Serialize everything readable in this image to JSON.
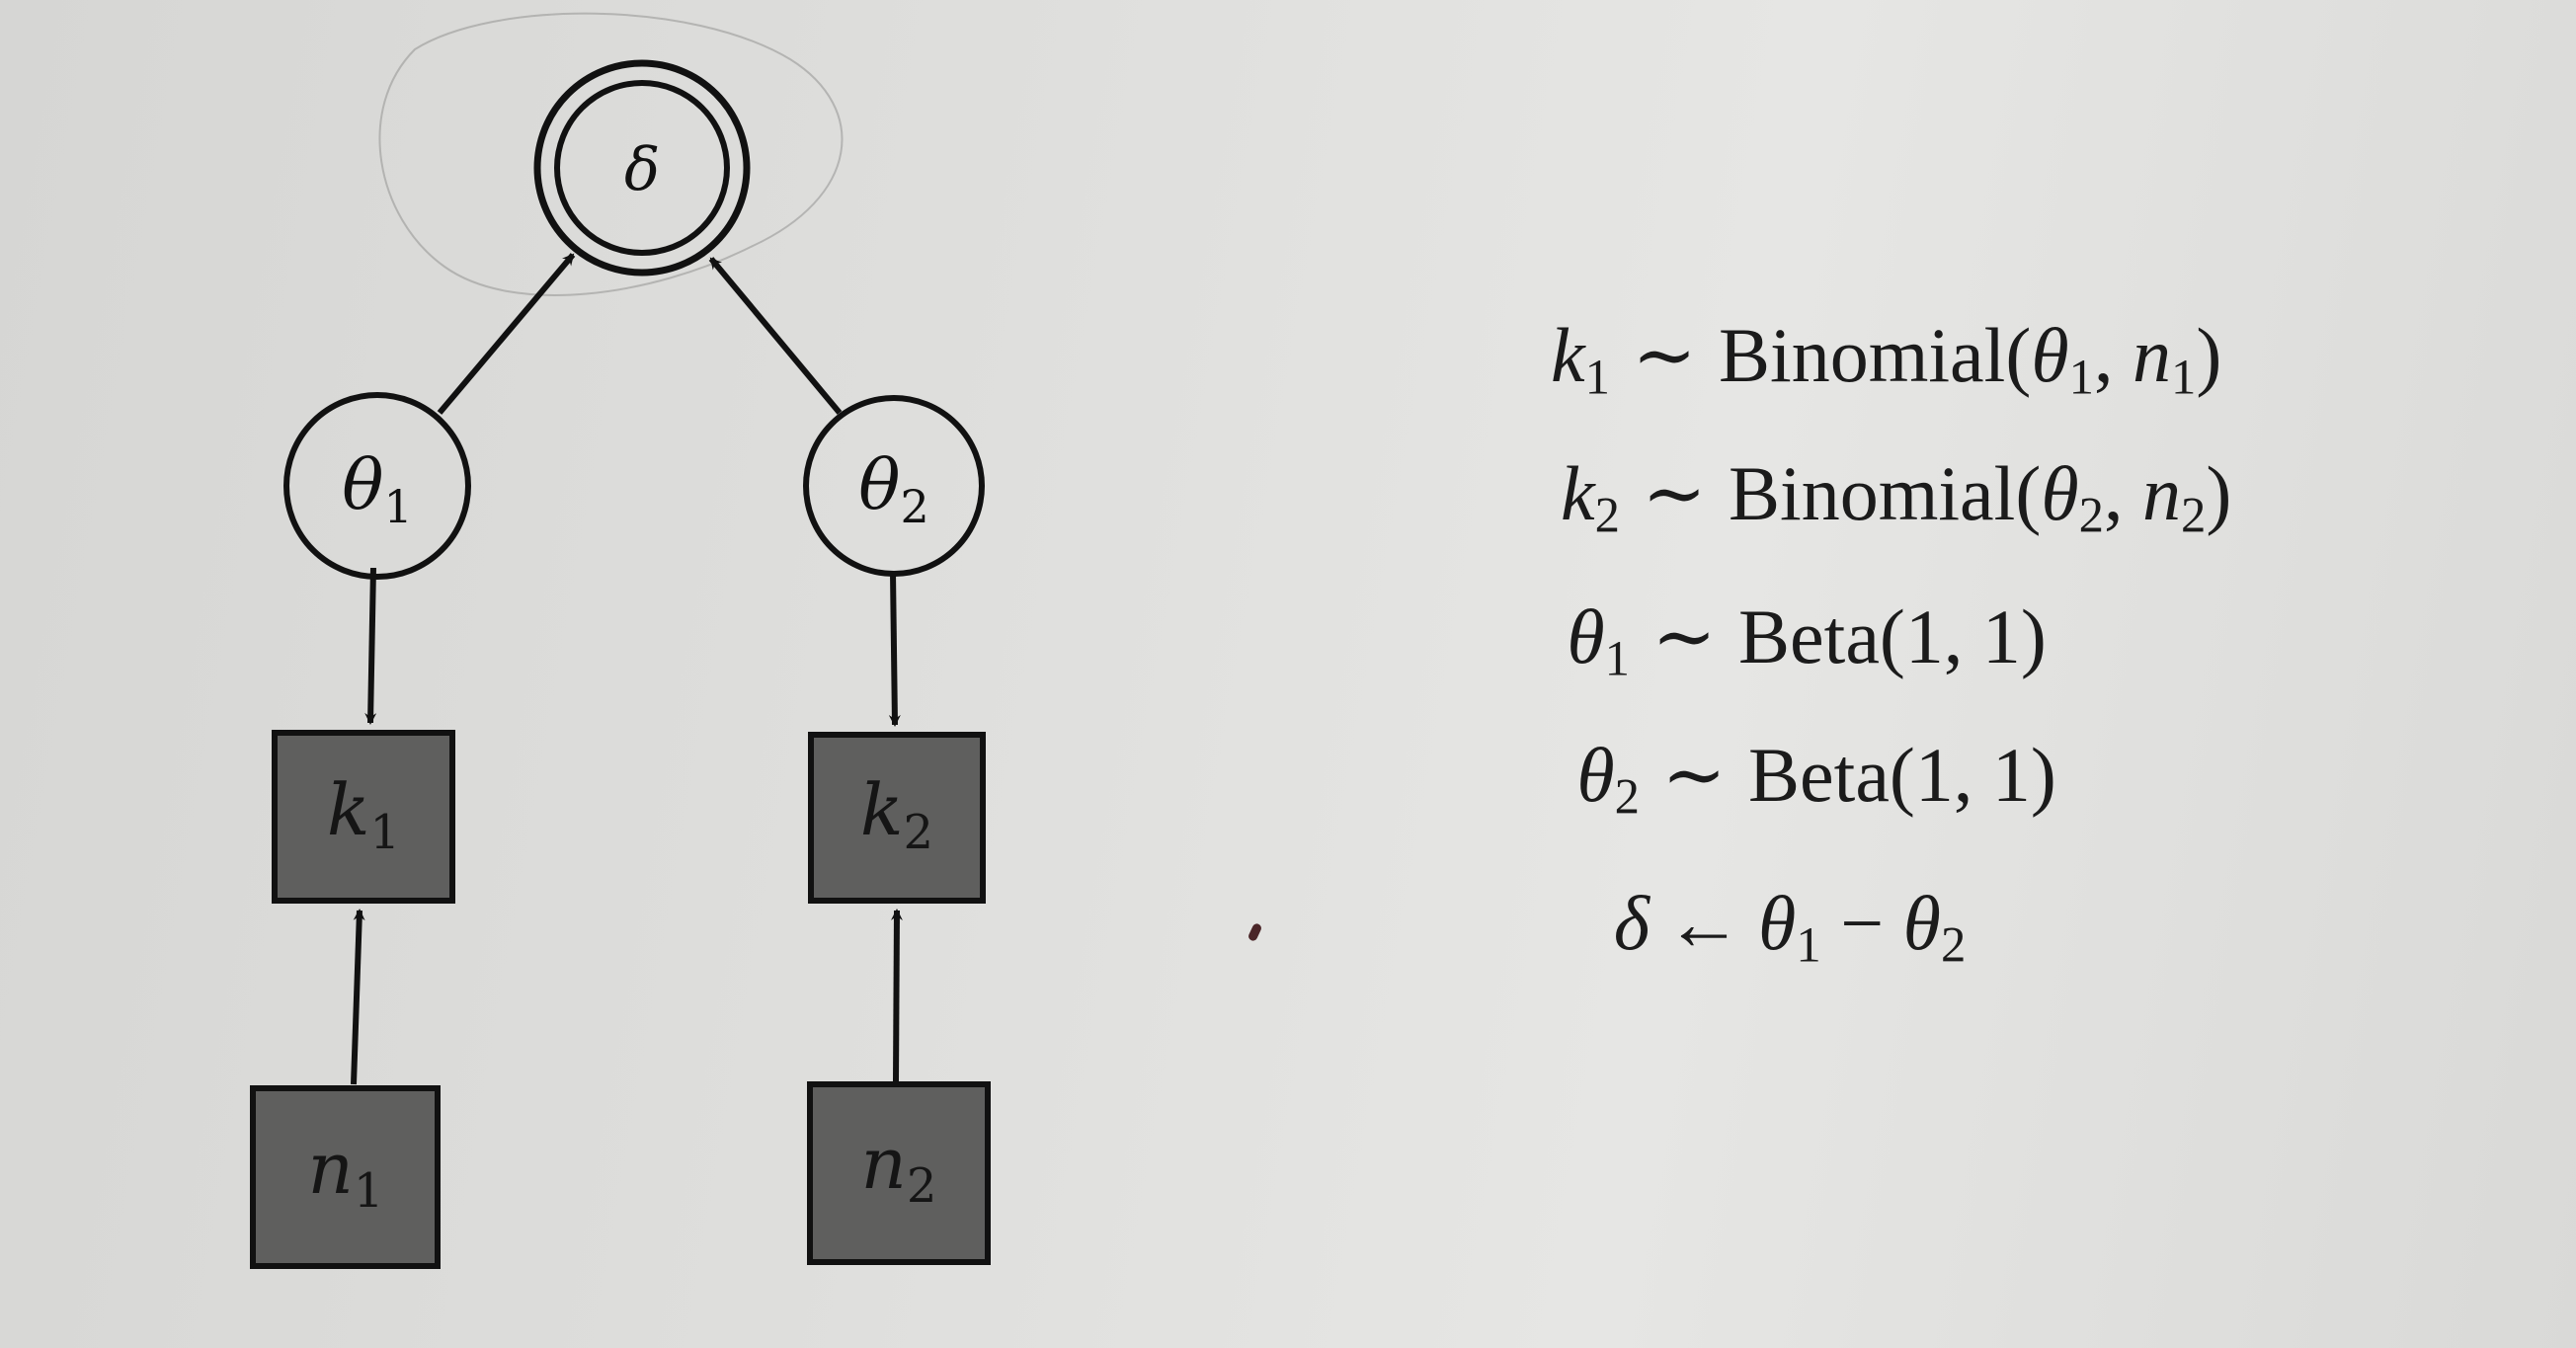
{
  "diagram": {
    "nodes": {
      "delta": {
        "label": "δ"
      },
      "theta1": {
        "label": "θ",
        "sub": "1"
      },
      "theta2": {
        "label": "θ",
        "sub": "2"
      },
      "k1": {
        "label": "k",
        "sub": "1"
      },
      "k2": {
        "label": "k",
        "sub": "2"
      },
      "n1": {
        "label": "n",
        "sub": "1"
      },
      "n2": {
        "label": "n",
        "sub": "2"
      }
    },
    "colors": {
      "observed_fill": "#5f5f5e",
      "stroke": "#111111",
      "latent_fill": "transparent"
    }
  },
  "equations": [
    {
      "lhs": "k",
      "lhs_sub": "1",
      "op": "∼",
      "rhs_fn": "Binomial(",
      "rhs_a": "θ",
      "rhs_a_sub": "1",
      "rhs_sep": ", ",
      "rhs_b": "n",
      "rhs_b_sub": "1",
      "rhs_close": ")"
    },
    {
      "lhs": "k",
      "lhs_sub": "2",
      "op": "∼",
      "rhs_fn": "Binomial(",
      "rhs_a": "θ",
      "rhs_a_sub": "2",
      "rhs_sep": ", ",
      "rhs_b": "n",
      "rhs_b_sub": "2",
      "rhs_close": ")"
    },
    {
      "lhs": "θ",
      "lhs_sub": "1",
      "op": "∼",
      "rhs_text": "Beta(1, 1)"
    },
    {
      "lhs": "θ",
      "lhs_sub": "2",
      "op": "∼",
      "rhs_text": "Beta(1, 1)"
    },
    {
      "lhs": "δ",
      "op": "←",
      "rhs_a": "θ",
      "rhs_a_sub": "1",
      "rhs_sep": " − ",
      "rhs_b": "θ",
      "rhs_b_sub": "2"
    }
  ]
}
